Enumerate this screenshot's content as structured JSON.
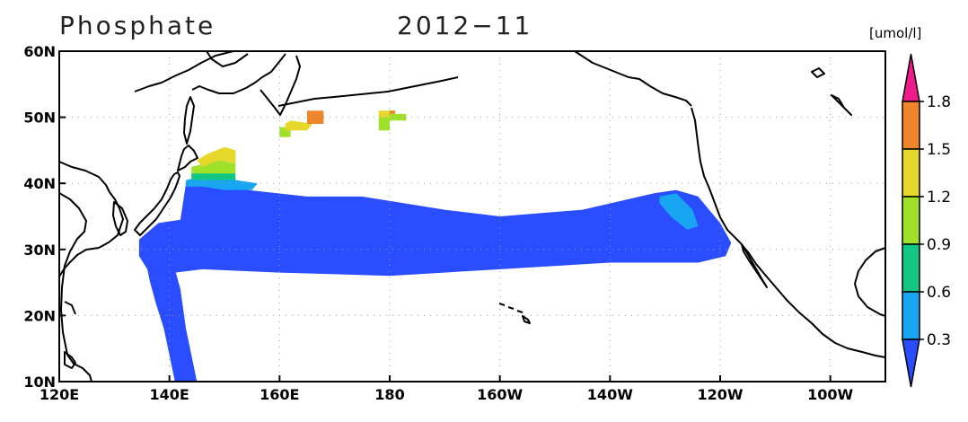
{
  "title": {
    "variable": "Phosphate",
    "date": "2012−11"
  },
  "colorbar": {
    "units": "[umol/l]",
    "levels": [
      "0.3",
      "0.6",
      "0.9",
      "1.2",
      "1.5",
      "1.8"
    ],
    "colors": [
      "#2a4dff",
      "#18a6f2",
      "#14c684",
      "#9ee02a",
      "#e5d82b",
      "#f0862c",
      "#f01b8a"
    ]
  },
  "chart_data": {
    "type": "heatmap",
    "title": "Phosphate 2012−11",
    "units": "umol/l",
    "xlim": [
      120,
      270
    ],
    "ylim": [
      10,
      60
    ],
    "x_ticks": [
      {
        "lon": 120,
        "label": "120E"
      },
      {
        "lon": 140,
        "label": "140E"
      },
      {
        "lon": 160,
        "label": "160E"
      },
      {
        "lon": 180,
        "label": "180"
      },
      {
        "lon": 200,
        "label": "160W"
      },
      {
        "lon": 220,
        "label": "140W"
      },
      {
        "lon": 240,
        "label": "120W"
      },
      {
        "lon": 260,
        "label": "100W"
      }
    ],
    "y_ticks": [
      {
        "lat": 10,
        "label": "10N"
      },
      {
        "lat": 20,
        "label": "20N"
      },
      {
        "lat": 30,
        "label": "30N"
      },
      {
        "lat": 40,
        "label": "40N"
      },
      {
        "lat": 50,
        "label": "50N"
      },
      {
        "lat": 60,
        "label": "60N"
      }
    ],
    "grid": true,
    "colorbar_levels": [
      0.3,
      0.6,
      0.9,
      1.2,
      1.5,
      1.8
    ],
    "regions": [
      {
        "name": "central-band",
        "class": 0,
        "poly": [
          [
            134.5,
            31.5
          ],
          [
            138,
            34
          ],
          [
            142,
            34.5
          ],
          [
            143,
            40
          ],
          [
            165,
            38
          ],
          [
            175,
            38
          ],
          [
            190,
            36
          ],
          [
            200,
            35
          ],
          [
            215,
            36
          ],
          [
            228,
            38.5
          ],
          [
            232,
            39
          ],
          [
            236,
            38
          ],
          [
            238,
            36
          ],
          [
            240,
            34
          ],
          [
            242,
            31
          ],
          [
            241,
            29
          ],
          [
            236,
            28
          ],
          [
            220,
            28
          ],
          [
            200,
            27
          ],
          [
            180,
            26
          ],
          [
            160,
            26.5
          ],
          [
            146,
            27
          ],
          [
            141,
            26.5
          ],
          [
            136,
            27
          ],
          [
            134.5,
            29
          ]
        ]
      },
      {
        "name": "western-tongue",
        "class": 0,
        "poly": [
          [
            136,
            27
          ],
          [
            141,
            27
          ],
          [
            142,
            24
          ],
          [
            143,
            18
          ],
          [
            144,
            14
          ],
          [
            145,
            10
          ],
          [
            141,
            10
          ],
          [
            140,
            14
          ],
          [
            139,
            18
          ],
          [
            137.5,
            22
          ],
          [
            136.5,
            25
          ]
        ]
      },
      {
        "name": "kuroshio-0.6",
        "class": 1,
        "poly": [
          [
            143,
            40.5
          ],
          [
            146,
            41
          ],
          [
            152,
            40.5
          ],
          [
            156,
            40
          ],
          [
            155,
            39
          ],
          [
            150,
            39
          ],
          [
            146,
            39.5
          ],
          [
            143,
            39.5
          ]
        ]
      },
      {
        "name": "kuroshio-0.9",
        "class": 2,
        "poly": [
          [
            144,
            41.5
          ],
          [
            148,
            42
          ],
          [
            152,
            41.5
          ],
          [
            152,
            40.5
          ],
          [
            147,
            40.5
          ],
          [
            144,
            40.5
          ]
        ]
      },
      {
        "name": "kuroshio-1.2",
        "class": 3,
        "poly": [
          [
            144,
            42.5
          ],
          [
            149,
            43.5
          ],
          [
            152,
            43
          ],
          [
            152,
            41.5
          ],
          [
            148,
            41.5
          ],
          [
            144,
            41.5
          ]
        ]
      },
      {
        "name": "kuroshio-1.5",
        "class": 4,
        "poly": [
          [
            145,
            43.5
          ],
          [
            147,
            44.5
          ],
          [
            150,
            45.5
          ],
          [
            152,
            45
          ],
          [
            152,
            43
          ],
          [
            149,
            43.5
          ],
          [
            146,
            42.5
          ]
        ]
      },
      {
        "name": "california-0.6",
        "class": 1,
        "poly": [
          [
            229,
            38
          ],
          [
            232,
            38.5
          ],
          [
            235,
            36
          ],
          [
            236,
            33.5
          ],
          [
            234,
            33
          ],
          [
            231,
            35
          ],
          [
            229,
            37
          ]
        ]
      },
      {
        "name": "patch-a-0.9",
        "class": 3,
        "poly": [
          [
            160,
            47
          ],
          [
            162,
            47
          ],
          [
            162,
            48.5
          ],
          [
            160,
            48.5
          ]
        ]
      },
      {
        "name": "patch-a-1.2",
        "class": 4,
        "poly": [
          [
            161,
            48
          ],
          [
            165,
            48
          ],
          [
            166,
            49
          ],
          [
            162,
            49.5
          ],
          [
            161,
            49
          ]
        ]
      },
      {
        "name": "patch-a-1.5",
        "class": 5,
        "poly": [
          [
            165,
            49
          ],
          [
            168,
            49
          ],
          [
            168,
            51
          ],
          [
            165,
            51
          ]
        ]
      },
      {
        "name": "patch-b-0.9",
        "class": 3,
        "poly": [
          [
            178,
            48
          ],
          [
            180,
            48
          ],
          [
            180,
            50
          ],
          [
            178,
            50
          ]
        ]
      },
      {
        "name": "patch-b-1.2",
        "class": 4,
        "poly": [
          [
            178,
            50
          ],
          [
            181,
            50
          ],
          [
            181,
            51
          ],
          [
            178,
            51
          ]
        ]
      },
      {
        "name": "patch-b-0.9b",
        "class": 3,
        "poly": [
          [
            180,
            49.5
          ],
          [
            183,
            49.5
          ],
          [
            183,
            50.5
          ],
          [
            180,
            50.5
          ]
        ]
      },
      {
        "name": "patch-b-1.5",
        "class": 5,
        "poly": [
          [
            180,
            50.5
          ],
          [
            181,
            50.5
          ],
          [
            181,
            51
          ],
          [
            180,
            51
          ]
        ]
      }
    ]
  }
}
